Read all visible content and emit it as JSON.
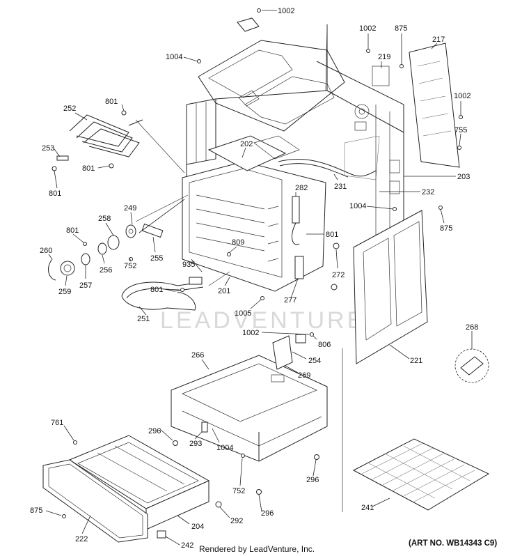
{
  "watermark": "LEADVENTURE",
  "footer_text": "Rendered by LeadVenture, Inc.",
  "art_number": "(ART NO. WB14343 C9)",
  "labels": [
    {
      "id": "1002a",
      "text": "1002"
    },
    {
      "id": "1002b",
      "text": "1002"
    },
    {
      "id": "875a",
      "text": "875"
    },
    {
      "id": "217",
      "text": "217"
    },
    {
      "id": "1004a",
      "text": "1004"
    },
    {
      "id": "219",
      "text": "219"
    },
    {
      "id": "1002c",
      "text": "1002"
    },
    {
      "id": "801a",
      "text": "801"
    },
    {
      "id": "252",
      "text": "252"
    },
    {
      "id": "755",
      "text": "755"
    },
    {
      "id": "253",
      "text": "253"
    },
    {
      "id": "801b",
      "text": "801"
    },
    {
      "id": "202",
      "text": "202"
    },
    {
      "id": "203",
      "text": "203"
    },
    {
      "id": "801c",
      "text": "801"
    },
    {
      "id": "231",
      "text": "231"
    },
    {
      "id": "232",
      "text": "232"
    },
    {
      "id": "282",
      "text": "282"
    },
    {
      "id": "1004b",
      "text": "1004"
    },
    {
      "id": "249",
      "text": "249"
    },
    {
      "id": "258",
      "text": "258"
    },
    {
      "id": "875b",
      "text": "875"
    },
    {
      "id": "801d",
      "text": "801"
    },
    {
      "id": "801e",
      "text": "801"
    },
    {
      "id": "809",
      "text": "809"
    },
    {
      "id": "260",
      "text": "260"
    },
    {
      "id": "256",
      "text": "256"
    },
    {
      "id": "752a",
      "text": "752"
    },
    {
      "id": "255",
      "text": "255"
    },
    {
      "id": "935",
      "text": "935"
    },
    {
      "id": "272",
      "text": "272"
    },
    {
      "id": "257",
      "text": "257"
    },
    {
      "id": "259",
      "text": "259"
    },
    {
      "id": "801f",
      "text": "801"
    },
    {
      "id": "201",
      "text": "201"
    },
    {
      "id": "277",
      "text": "277"
    },
    {
      "id": "1005",
      "text": "1005"
    },
    {
      "id": "251",
      "text": "251"
    },
    {
      "id": "268",
      "text": "268"
    },
    {
      "id": "1002d",
      "text": "1002"
    },
    {
      "id": "806",
      "text": "806"
    },
    {
      "id": "266",
      "text": "266"
    },
    {
      "id": "254",
      "text": "254"
    },
    {
      "id": "221",
      "text": "221"
    },
    {
      "id": "269",
      "text": "269"
    },
    {
      "id": "761",
      "text": "761"
    },
    {
      "id": "296a",
      "text": "296"
    },
    {
      "id": "293",
      "text": "293"
    },
    {
      "id": "1004c",
      "text": "1004"
    },
    {
      "id": "296b",
      "text": "296"
    },
    {
      "id": "752b",
      "text": "752"
    },
    {
      "id": "241",
      "text": "241"
    },
    {
      "id": "875c",
      "text": "875"
    },
    {
      "id": "296c",
      "text": "296"
    },
    {
      "id": "292",
      "text": "292"
    },
    {
      "id": "204",
      "text": "204"
    },
    {
      "id": "222",
      "text": "222"
    },
    {
      "id": "242",
      "text": "242"
    }
  ]
}
